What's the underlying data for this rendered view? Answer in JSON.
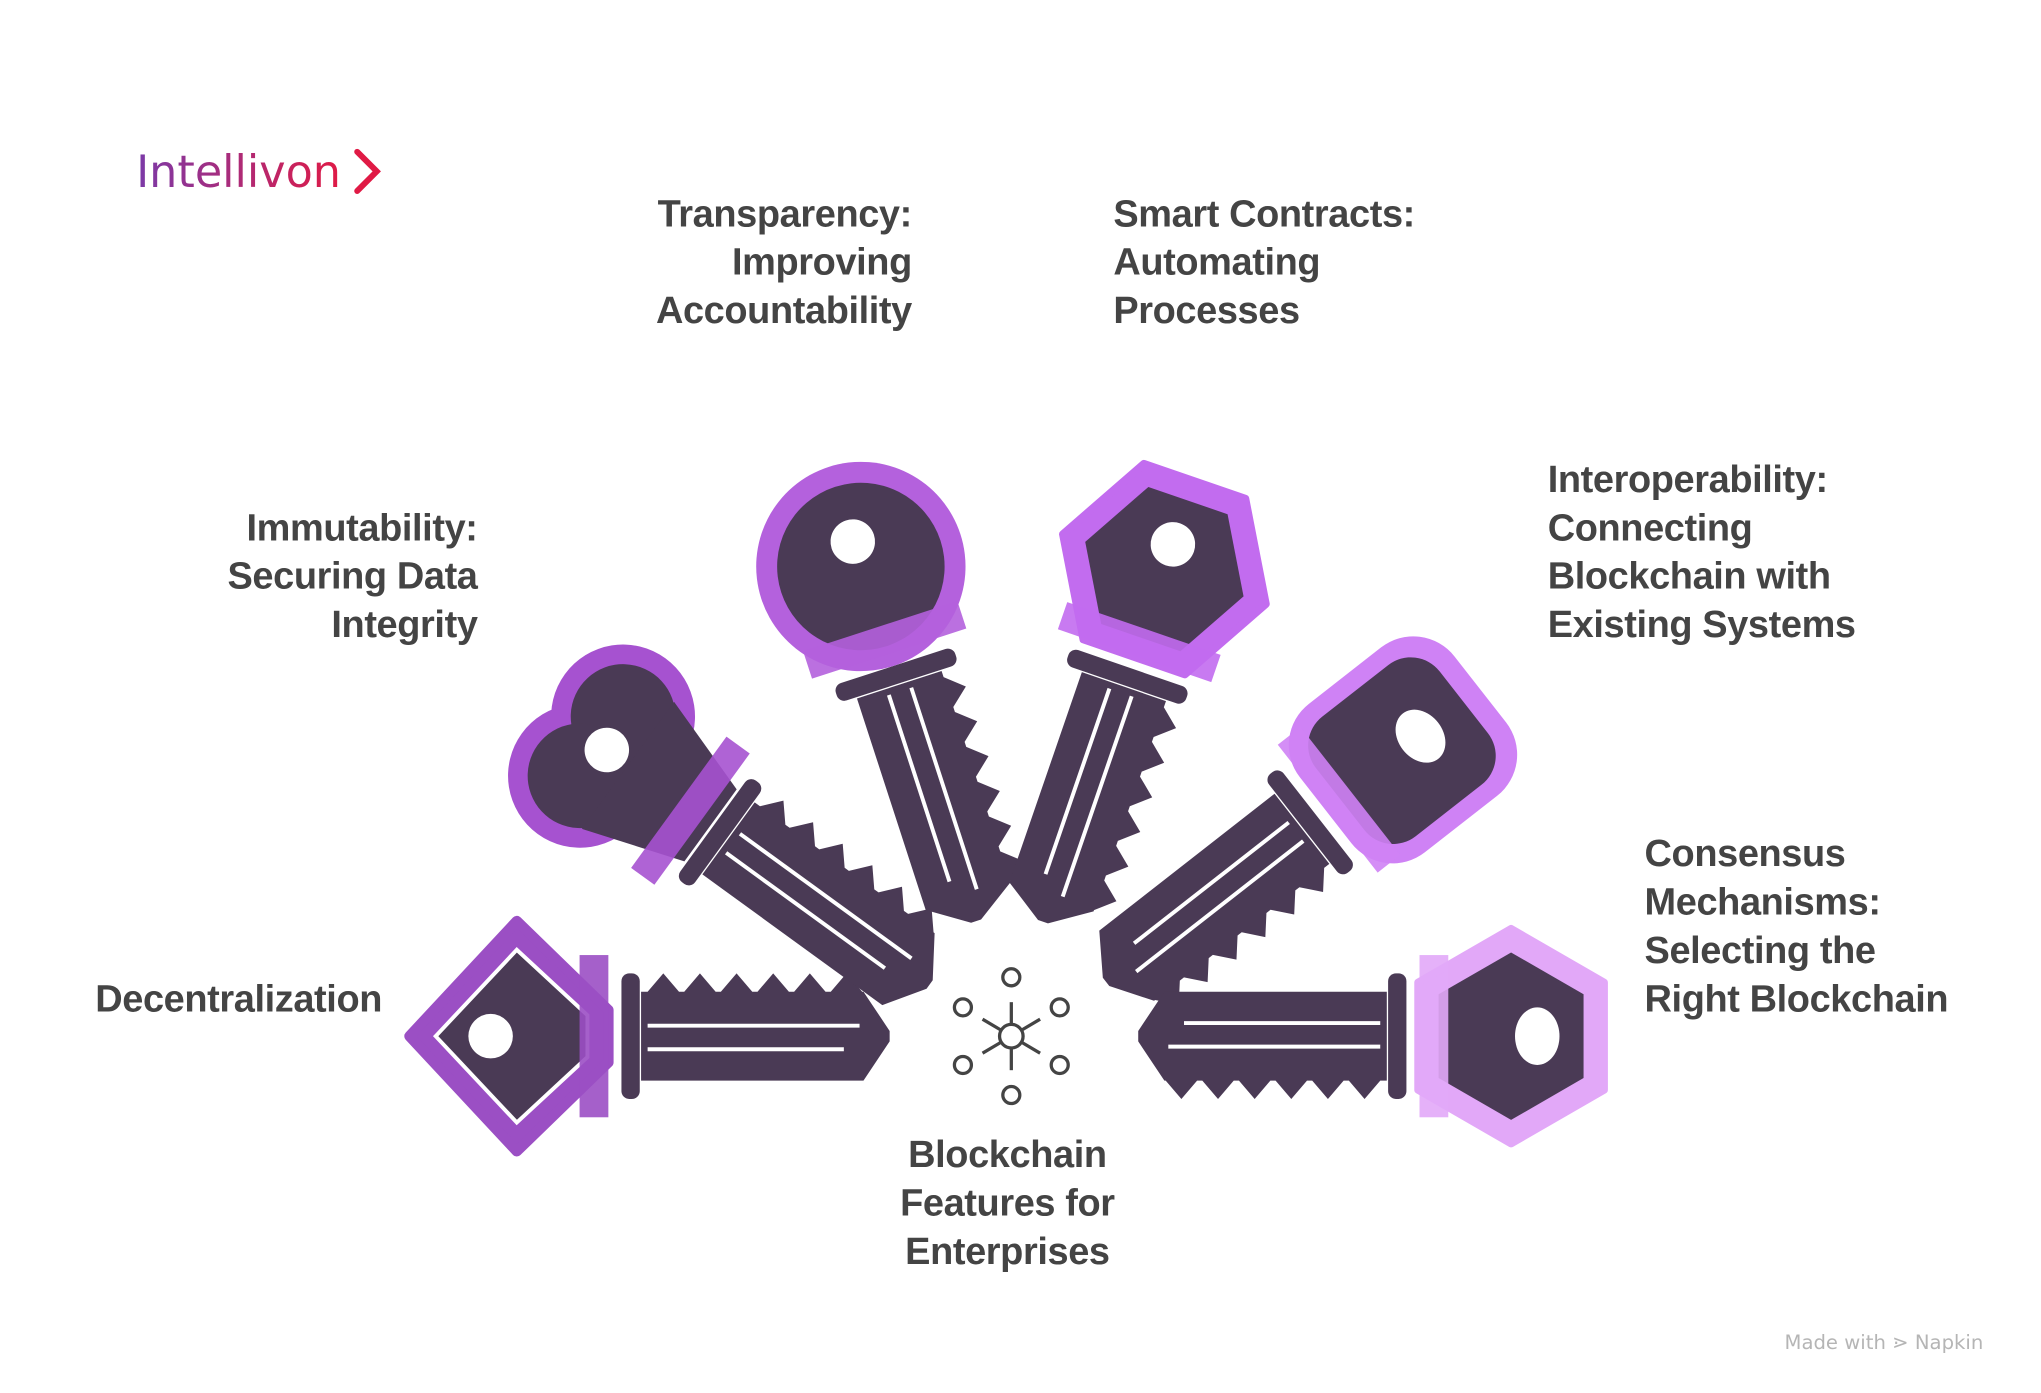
{
  "logo": {
    "text": "Intellivon"
  },
  "center": {
    "lines": [
      "Blockchain",
      "Features for",
      "Enterprises"
    ]
  },
  "features": [
    {
      "id": "decentralization",
      "lines": [
        "Decentralization"
      ],
      "color": "#9b4fc4"
    },
    {
      "id": "immutability",
      "lines": [
        "Immutability:",
        "Securing Data",
        "Integrity"
      ],
      "color": "#a652d0"
    },
    {
      "id": "transparency",
      "lines": [
        "Transparency:",
        "Improving",
        "Accountability"
      ],
      "color": "#b461dd"
    },
    {
      "id": "smart-contracts",
      "lines": [
        "Smart Contracts:",
        "Automating",
        "Processes"
      ],
      "color": "#c26cef"
    },
    {
      "id": "interoperability",
      "lines": [
        "Interoperability:",
        "Connecting",
        "Blockchain with",
        "Existing Systems"
      ],
      "color": "#cf82f5"
    },
    {
      "id": "consensus",
      "lines": [
        "Consensus",
        "Mechanisms:",
        "Selecting the",
        "Right Blockchain"
      ],
      "color": "#e2a8f8"
    }
  ],
  "footer": {
    "made_with": "Made with",
    "brand": "Napkin"
  },
  "colors": {
    "key_dark": "#4a3a55",
    "text": "#444444"
  }
}
